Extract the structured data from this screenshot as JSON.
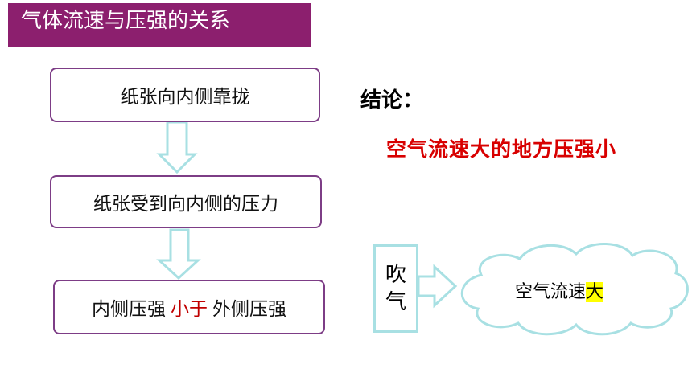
{
  "header": {
    "title": "气体流速与压强的关系"
  },
  "flow": {
    "step1": "纸张向内侧靠拢",
    "step2": "纸张受到向内侧的压力",
    "step3": {
      "part1": "内侧压强",
      "highlight": "小于",
      "part2": "外侧压强"
    }
  },
  "conclusion": {
    "label": "结论：",
    "text": "空气流速大的地方压强小"
  },
  "blow": {
    "char1": "吹",
    "char2": "气"
  },
  "cloud": {
    "text": "空气流速",
    "highlight": "大"
  },
  "colors": {
    "title_bg": "#8c1f6e",
    "box_border": "#7d3d86",
    "arrow_stroke": "#a8e0e3",
    "conclusion_red": "#d80000",
    "highlight_red": "#c00000",
    "highlight_yellow": "#ffff00"
  }
}
